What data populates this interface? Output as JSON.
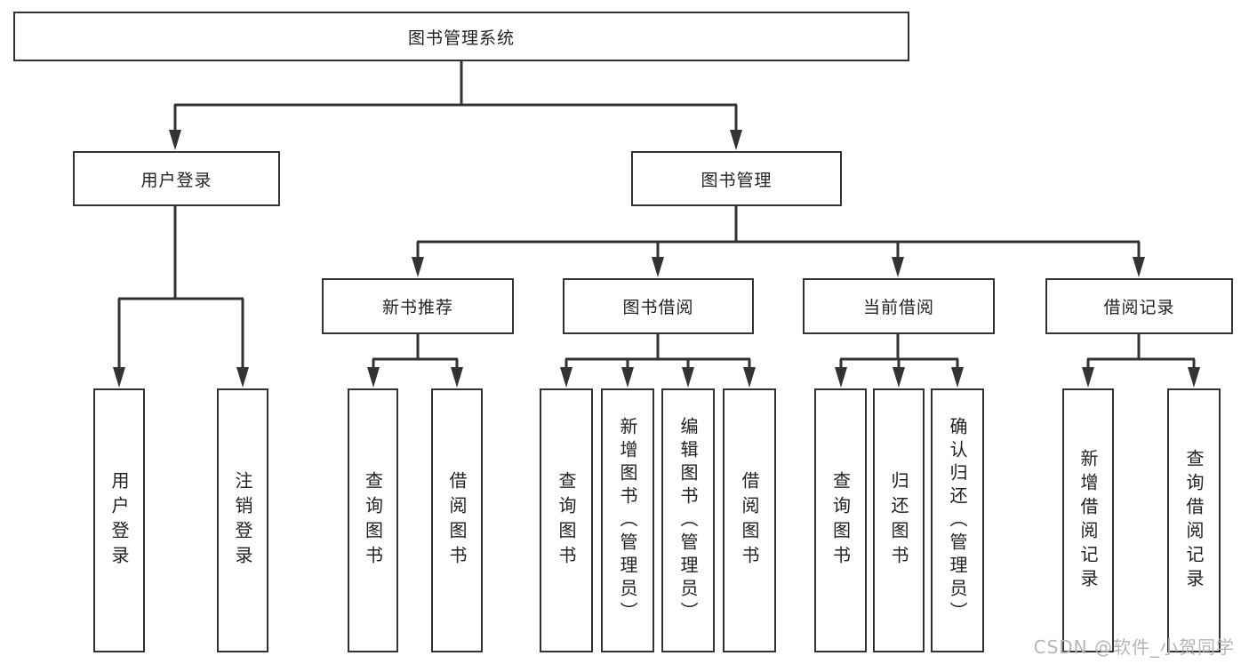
{
  "nodes": {
    "root": "图书管理系统",
    "user_login_group": "用户登录",
    "book_management": "图书管理",
    "new_book_recommend": "新书推荐",
    "book_borrowing": "图书借阅",
    "current_borrowing": "当前借阅",
    "borrowing_records": "借阅记录",
    "user_login": "用户登录",
    "logout_login": "注销登录",
    "rec_query_books": "查询图书",
    "rec_borrow_books": "借阅图书",
    "bb_query_books": "查询图书",
    "bb_add_books": "新增图书（管理员）",
    "bb_edit_books": "编辑图书（管理员）",
    "bb_borrow_books": "借阅图书",
    "cb_query_books": "查询图书",
    "cb_return_books": "归还图书",
    "cb_confirm_return": "确认归还（管理员）",
    "br_add_record": "新增借阅记录",
    "br_query_record": "查询借阅记录"
  },
  "watermark": "CSDN @软件_小贺同学",
  "colors": {
    "line": "#333333",
    "text": "#222222",
    "box_background": "#ffffff",
    "watermark": "#b5b5b5"
  }
}
